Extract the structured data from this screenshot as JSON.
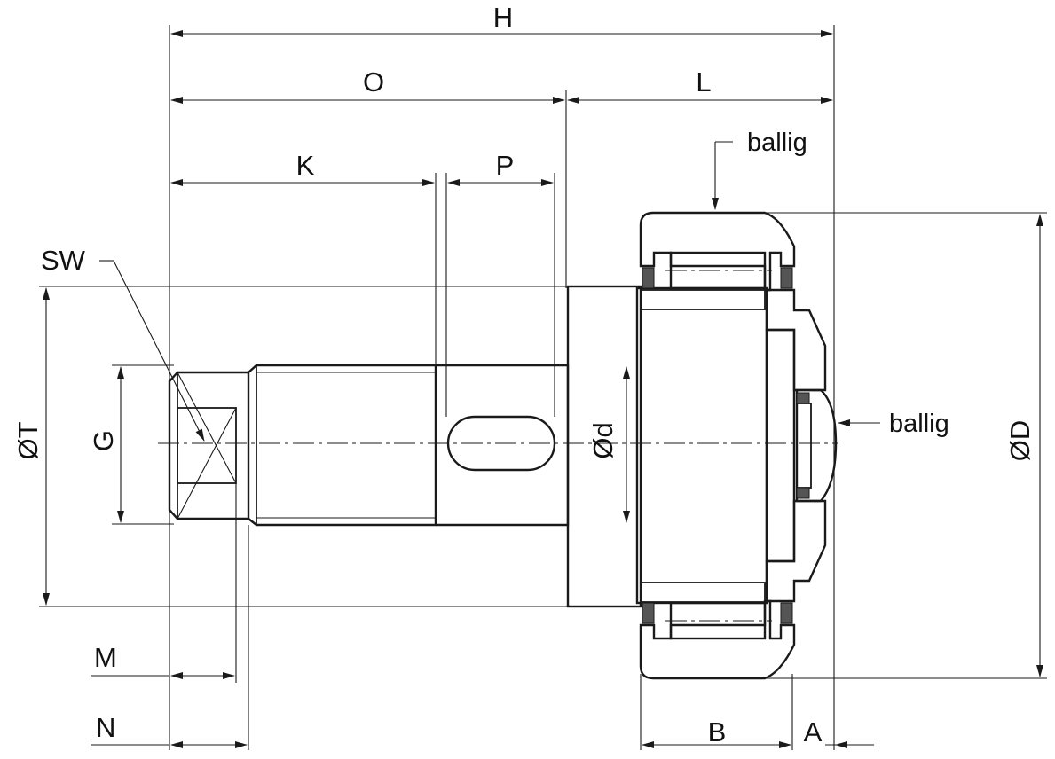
{
  "labels": {
    "H": "H",
    "O": "O",
    "L": "L",
    "K": "K",
    "P": "P",
    "SW": "SW",
    "T": "ØT",
    "G": "G",
    "d": "Ød",
    "D": "ØD",
    "M": "M",
    "N": "N",
    "B": "B",
    "A": "A",
    "crown_outer": "ballig",
    "crown_side": "ballig"
  },
  "colors": {
    "line": "#1a1a1a",
    "seal": "#555555",
    "background": "#ffffff"
  }
}
